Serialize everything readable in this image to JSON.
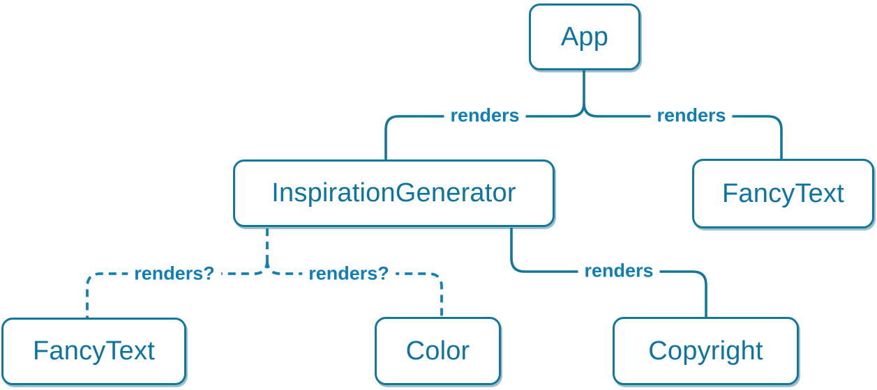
{
  "diagram": {
    "kind": "component-render-tree",
    "colors": {
      "line": "#11789c",
      "dashed": "#1080b5",
      "node-text": "#0d73a0",
      "label-text": "#0f7eb5",
      "node-fill": "#ffffff",
      "bg": "#ffffff"
    },
    "nodes": [
      {
        "id": "app",
        "label": "App"
      },
      {
        "id": "inspiration-generator",
        "label": "InspirationGenerator"
      },
      {
        "id": "fancy-text-top",
        "label": "FancyText"
      },
      {
        "id": "fancy-text-bottom",
        "label": "FancyText"
      },
      {
        "id": "color",
        "label": "Color"
      },
      {
        "id": "copyright",
        "label": "Copyright"
      }
    ],
    "edges": [
      {
        "from": "App",
        "to": "InspirationGenerator",
        "label": "renders",
        "style": "solid"
      },
      {
        "from": "App",
        "to": "FancyText",
        "label": "renders",
        "style": "solid"
      },
      {
        "from": "InspirationGenerator",
        "to": "FancyText",
        "label": "renders?",
        "style": "dashed"
      },
      {
        "from": "InspirationGenerator",
        "to": "Color",
        "label": "renders?",
        "style": "dashed"
      },
      {
        "from": "InspirationGenerator",
        "to": "Copyright",
        "label": "renders",
        "style": "solid"
      }
    ]
  }
}
